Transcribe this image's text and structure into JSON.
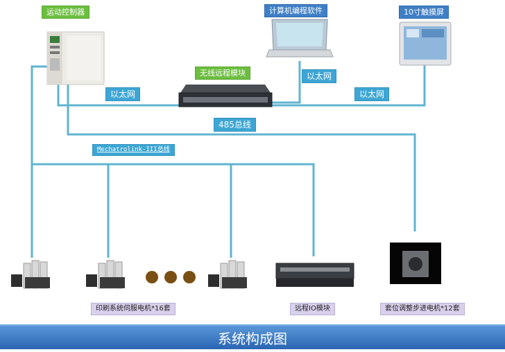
{
  "labels": {
    "controller": "运动控制器",
    "software": "计算机编程软件",
    "touchscreen": "10寸触摸屏",
    "wireless": "无线远程模块",
    "ethernet_a": "以太网",
    "ethernet_b": "以太网",
    "ethernet_c": "以太网",
    "rs485": "485总线",
    "mechatrolink": "Mechatrolink-III总线",
    "servo": "印刷系统伺服电机*16套",
    "remote_io": "远程IO模块",
    "stepper": "套位调整步进电机*12套"
  },
  "footer": {
    "title": "系统构成图"
  },
  "colors": {
    "line": "#5fb4d0",
    "green_label": "#6cbe3f",
    "blue_label": "#3f7fc6",
    "cyan_label": "#3ea6d4",
    "lavender_label": "#d9d0ec",
    "footer": "#2a65b3"
  }
}
